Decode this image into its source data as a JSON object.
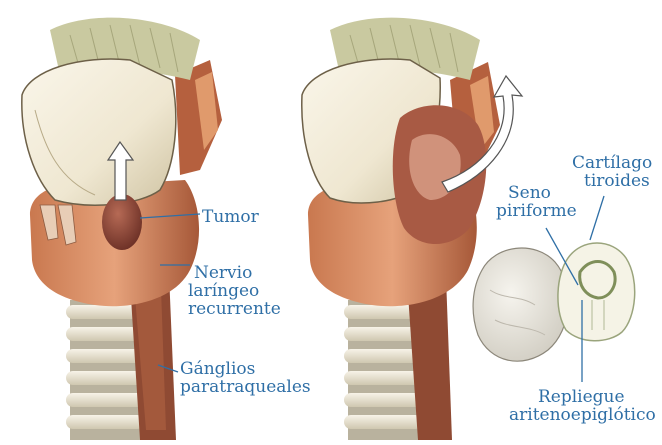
{
  "labels": {
    "tumor": "Tumor",
    "nervio_1": "Nervio",
    "nervio_2": "laríngeo",
    "nervio_3": "recurrente",
    "ganglios_1": "Gánglios",
    "ganglios_2": "paratraqueales",
    "seno_1": "Seno",
    "seno_2": "piriforme",
    "cartilago_1": "Cartílago",
    "cartilago_2": "tiroides",
    "repliegue_1": "Repliegue",
    "repliegue_2": "aritenoepiglótico"
  },
  "colors": {
    "label_text": "#2f6fa6",
    "thyroid_cartilage": "#f1ead6",
    "soft_tissue": "#d9916b",
    "muscle_dark": "#8f4a33",
    "tumor": "#8a4436",
    "trachea_ring": "#eee9dc",
    "trachea_gap": "#b9b29e",
    "tongue_fibers": "#c9c9a0",
    "arrow_fill": "#ffffff"
  }
}
